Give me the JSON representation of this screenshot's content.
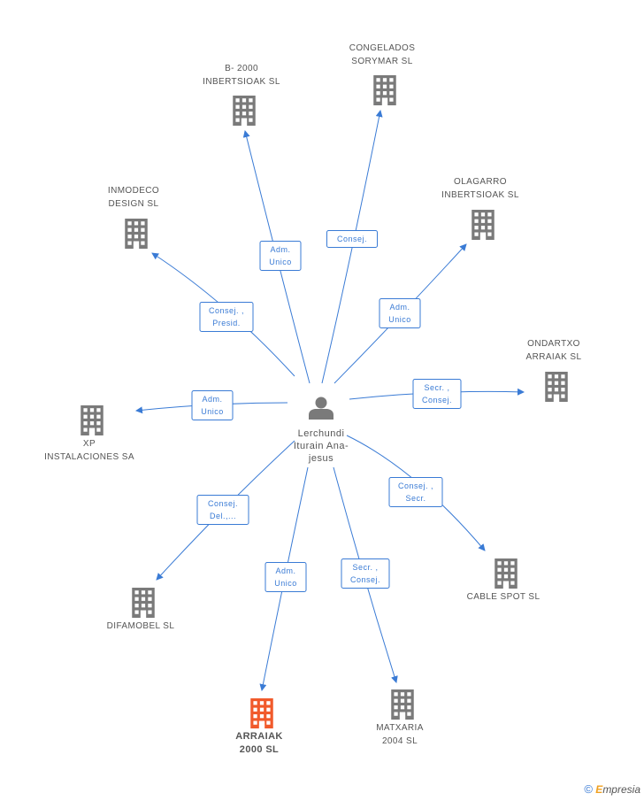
{
  "colors": {
    "edge": "#3a7bd5",
    "building": "#7a7a7a",
    "building_highlight": "#f15a2b",
    "person": "#7a7a7a",
    "text": "#555555"
  },
  "center": {
    "name_lines": [
      "Lerchundi",
      "Iturain Ana-",
      "jesus"
    ],
    "icon": "person-icon"
  },
  "nodes": [
    {
      "id": "b2000",
      "label_lines": [
        "B- 2000",
        "INBERTSIOAK SL"
      ],
      "label_pos": "above",
      "highlight": false
    },
    {
      "id": "congelados",
      "label_lines": [
        "CONGELADOS",
        "SORYMAR SL"
      ],
      "label_pos": "above",
      "highlight": false
    },
    {
      "id": "inmodeco",
      "label_lines": [
        "INMODECO",
        "DESIGN SL"
      ],
      "label_pos": "above",
      "highlight": false
    },
    {
      "id": "olagarro",
      "label_lines": [
        "OLAGARRO",
        "INBERTSIOAK SL"
      ],
      "label_pos": "above",
      "highlight": false
    },
    {
      "id": "ondartxo",
      "label_lines": [
        "ONDARTXO",
        "ARRAIAK SL"
      ],
      "label_pos": "above",
      "highlight": false
    },
    {
      "id": "xp",
      "label_lines": [
        "XP",
        "INSTALACIONES SA"
      ],
      "label_pos": "below",
      "highlight": false
    },
    {
      "id": "cablespot",
      "label_lines": [
        "CABLE SPOT SL"
      ],
      "label_pos": "below",
      "highlight": false
    },
    {
      "id": "difamobel",
      "label_lines": [
        "DIFAMOBEL SL"
      ],
      "label_pos": "below",
      "highlight": false
    },
    {
      "id": "arraiak",
      "label_lines": [
        "ARRAIAK",
        "2000 SL"
      ],
      "label_pos": "below",
      "highlight": true
    },
    {
      "id": "matxaria",
      "label_lines": [
        "MATXARIA",
        "2004 SL"
      ],
      "label_pos": "below",
      "highlight": false
    }
  ],
  "edges": [
    {
      "target": "b2000",
      "role_lines": [
        "Adm.",
        "Unico"
      ]
    },
    {
      "target": "congelados",
      "role_lines": [
        "Consej."
      ]
    },
    {
      "target": "inmodeco",
      "role_lines": [
        "Consej. ,",
        "Presid."
      ]
    },
    {
      "target": "olagarro",
      "role_lines": [
        "Adm.",
        "Unico"
      ]
    },
    {
      "target": "ondartxo",
      "role_lines": [
        "Secr. ,",
        "Consej."
      ]
    },
    {
      "target": "xp",
      "role_lines": [
        "Adm.",
        "Unico"
      ]
    },
    {
      "target": "cablespot",
      "role_lines": [
        "Consej. ,",
        "Secr."
      ]
    },
    {
      "target": "difamobel",
      "role_lines": [
        "Consej.",
        "Del.,..."
      ]
    },
    {
      "target": "arraiak",
      "role_lines": [
        "Adm.",
        "Unico"
      ]
    },
    {
      "target": "matxaria",
      "role_lines": [
        "Secr. ,",
        "Consej."
      ]
    }
  ],
  "brand": {
    "symbol": "©",
    "first": "E",
    "rest": "mpresia"
  }
}
